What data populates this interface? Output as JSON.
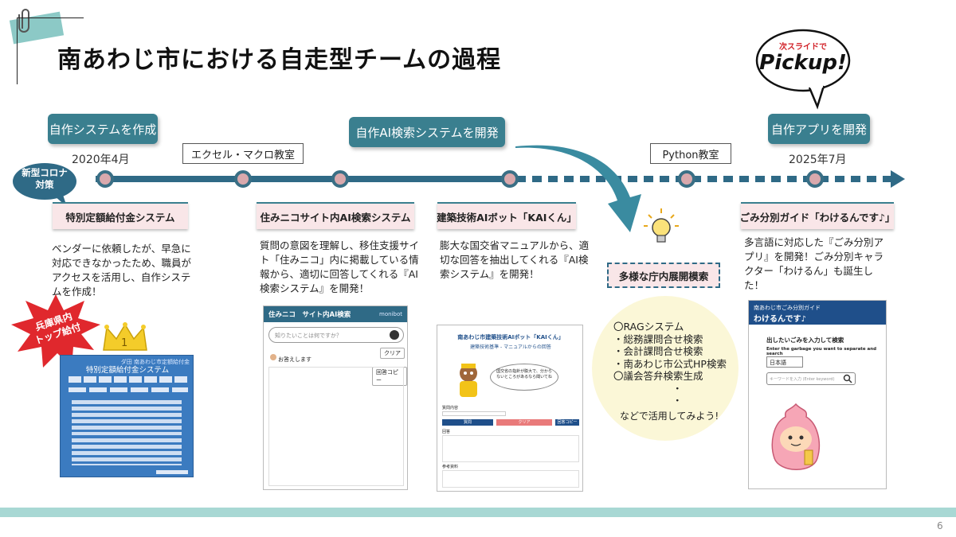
{
  "slide": {
    "title": "南あわじ市における自走型チームの過程",
    "page_number": "6"
  },
  "pickup": {
    "top_text": "次スライドで",
    "main_text": "Pickup!"
  },
  "timeline": {
    "milestones": [
      {
        "label": "自作システムを作成",
        "date": "2020年4月"
      },
      {
        "label": "自作AI検索システムを開発"
      },
      {
        "label": "自作アプリを開発",
        "date": "2025年7月"
      }
    ],
    "classes": [
      "エクセル・マクロ教室",
      "Python教室"
    ],
    "covid_badge": "新型コロナ\n対策"
  },
  "projects": [
    {
      "title": "特別定額給付金システム",
      "desc": "ベンダーに依頼したが、早急に対応できなかったため、職員がアクセスを活用し、自作システムを作成！"
    },
    {
      "title": "住みニコサイト内AI検索システム",
      "desc": "質問の意図を理解し、移住支援サイト「住みニコ」内に掲載している情報から、適切に回答してくれる『AI検索システム』を開発！"
    },
    {
      "title": "建築技術AIボット「KAIくん」",
      "desc": "膨大な国交省マニュアルから、適切な回答を抽出してくれる『AI検索システム』を開発！"
    },
    {
      "title": "ごみ分別ガイド「わけるんです♪」",
      "desc": "多言語に対応した『ごみ分別アプリ』を開発！ごみ分別キャラクター「わけるん」も誕生した！"
    }
  ],
  "hyogo_badge": "兵庫県内\nトップ給付",
  "crown_number": "1",
  "idea": {
    "title": "多様な庁内展開模索",
    "items": [
      "〇RAGシステム",
      "・総務課問合せ検索",
      "・会計課問合せ検索",
      "・南あわじ市公式HP検索",
      "〇議会答弁検索生成",
      "・",
      "・"
    ],
    "footer": "などで活用してみよう!"
  },
  "shot1": {
    "title": "特別定額給付金システム",
    "corner": "ダ田 南あわじ市定額給付金"
  },
  "shot2": {
    "header": "住みニコ　サイト内AI検索",
    "header_right": "monibot",
    "placeholder": "知りたいことは何ですか？",
    "clear": "クリア",
    "answer": "お答えします",
    "copy": "回答コピー"
  },
  "shot3": {
    "title": "南あわじ市建築技術AIボット「KAIくん」",
    "subtitle": "建築技術基準 - マニュアルからの回答",
    "bubble": "国交省の指針が膨大で、分からないところがあるなら聞いてね",
    "btn1": "質問",
    "btn2": "クリア",
    "btn3": "回答コピー",
    "label1": "質問内容",
    "label2": "回答",
    "label3": "参考資料"
  },
  "shot4": {
    "header_small": "南あわじ市ごみ分別ガイド",
    "header_big": "わけるんです♪",
    "prompt_ja": "出したいごみを入力して検索",
    "prompt_en": "Enter the garbage you want to separate and search",
    "lang": "日本語",
    "placeholder": "キーワードを入力 (Enter keyword)"
  },
  "colors": {
    "teal": "#3a7f8f",
    "track": "#2f6a86",
    "pink": "#f9e6e8",
    "footer_bar": "#a8d8d4"
  }
}
